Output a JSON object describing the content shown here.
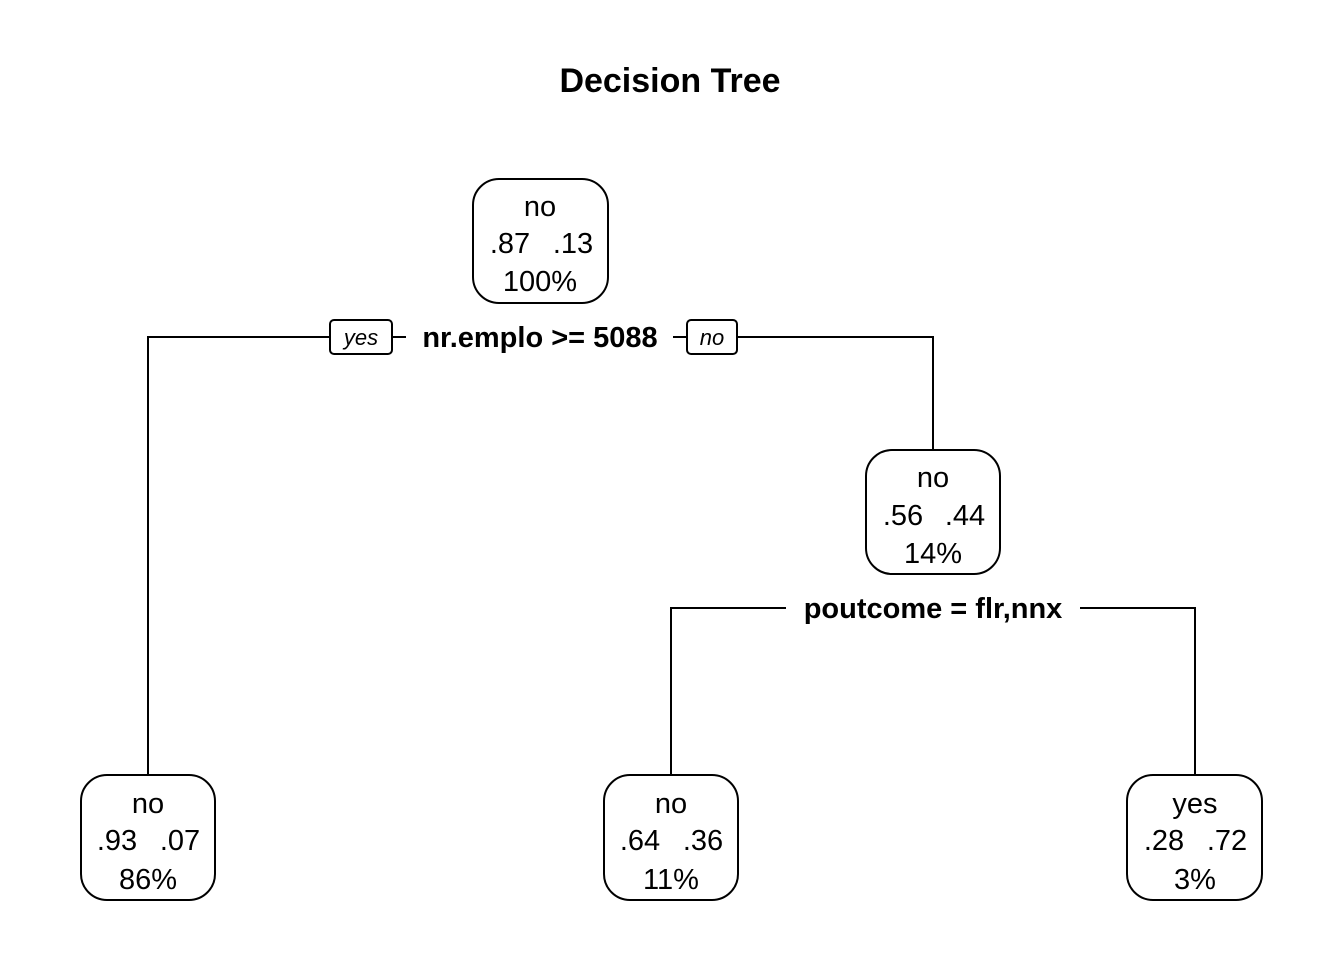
{
  "title": "Decision Tree",
  "nodes": [
    {
      "id": "root",
      "class": "no",
      "probs": [
        ".87",
        ".13"
      ],
      "pct": "100%"
    },
    {
      "id": "right",
      "class": "no",
      "probs": [
        ".56",
        ".44"
      ],
      "pct": "14%"
    },
    {
      "id": "leaf1",
      "class": "no",
      "probs": [
        ".93",
        ".07"
      ],
      "pct": "86%"
    },
    {
      "id": "leaf2",
      "class": "no",
      "probs": [
        ".64",
        ".36"
      ],
      "pct": "11%"
    },
    {
      "id": "leaf3",
      "class": "yes",
      "probs": [
        ".28",
        ".72"
      ],
      "pct": "3%"
    }
  ],
  "splits": [
    {
      "id": "split1",
      "rule": "nr.emplo >= 5088",
      "yes_label": "yes",
      "no_label": "no"
    },
    {
      "id": "split2",
      "rule": "poutcome = flr,nnx"
    }
  ]
}
